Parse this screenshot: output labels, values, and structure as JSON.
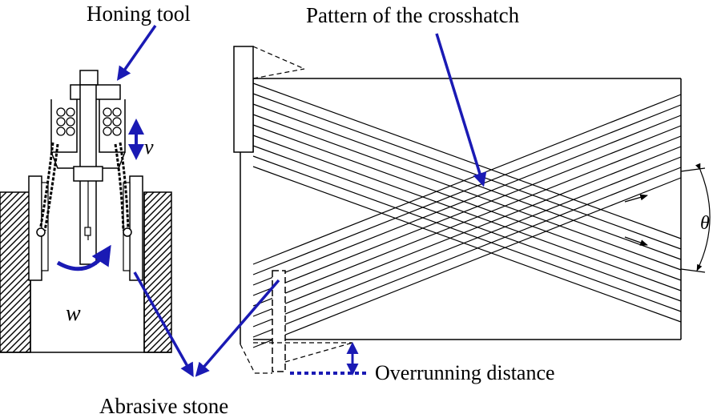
{
  "labels": {
    "honing_tool": "Honing tool",
    "crosshatch_pattern": "Pattern of the crosshatch",
    "velocity_symbol": "v",
    "rotation_symbol": "w",
    "angle_symbol": "θ",
    "overrunning_distance": "Overrunning distance",
    "abrasive_stone": "Abrasive stone"
  },
  "colors": {
    "annotation_arrow": "#1a1ab4",
    "drawing": "#000000"
  }
}
